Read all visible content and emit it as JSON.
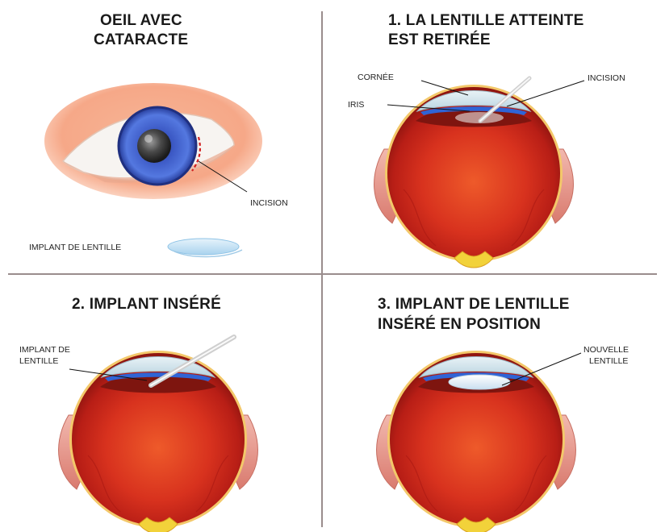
{
  "panel1": {
    "title_line1": "OEIL AVEC",
    "title_line2": "CATARACTE",
    "label_incision": "INCISION",
    "label_implant": "IMPLANT DE LENTILLE"
  },
  "panel2": {
    "title_line1": "1. LA LENTILLE  ATTEINTE",
    "title_line2": "EST RETIRÉE",
    "label_cornee": "CORNÉE",
    "label_iris": "IRIS",
    "label_incision": "INCISION"
  },
  "panel3": {
    "title_line1": "2. IMPLANT INSÉRÉ",
    "label_implant_line1": "IMPLANT DE",
    "label_implant_line2": "LENTILLE"
  },
  "panel4": {
    "title_line1": "3. IMPLANT DE LENTILLE",
    "title_line2": "INSÉRÉ EN POSITION",
    "label_new_lens_line1": "NOUVELLE",
    "label_new_lens_line2": "LENTILLE"
  },
  "colors": {
    "eyeball": "#d8321e",
    "iris_blue": "#3d5fc9",
    "skin": "#f3a07f",
    "cornea_blue": "#2f64d6",
    "divider": "#9a8d8d"
  }
}
